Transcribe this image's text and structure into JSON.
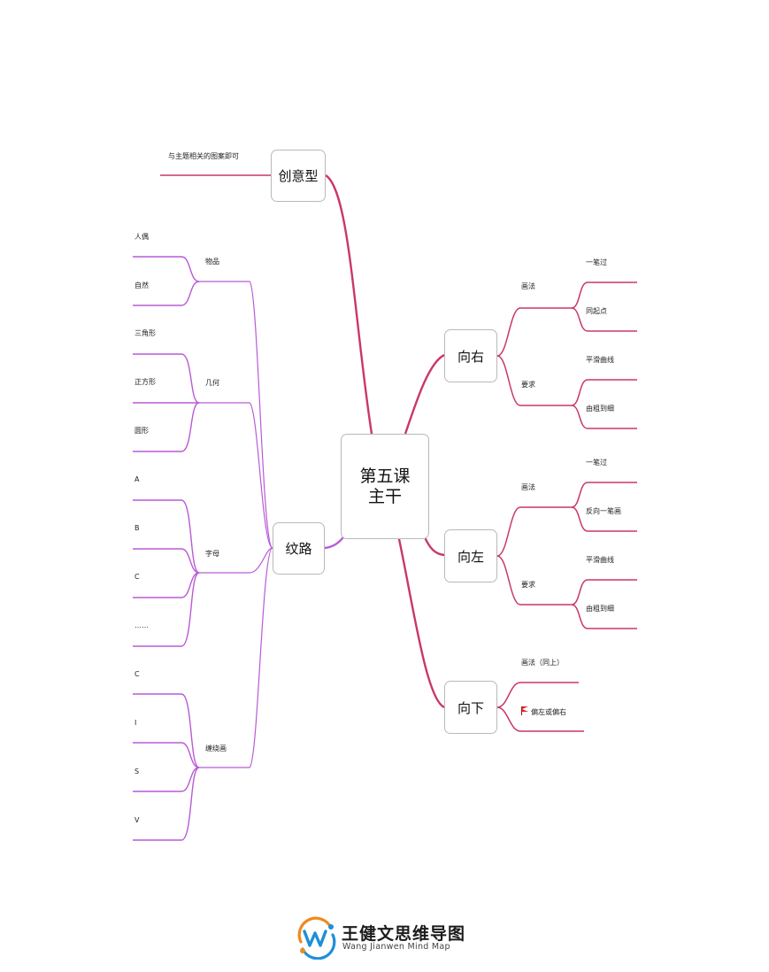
{
  "colors": {
    "main": "#c9376b",
    "purple": "#b95ad6",
    "node_border": "#b9b9b9"
  },
  "center": {
    "line1": "第五课",
    "line2": "主干"
  },
  "branches": {
    "chuangyi": {
      "label": "创意型",
      "note": "与主题相关的图案即可"
    },
    "wenlu": {
      "label": "纹路",
      "groups": [
        {
          "label": "物品",
          "items": [
            "人偶",
            "自然"
          ]
        },
        {
          "label": "几何",
          "items": [
            "三角形",
            "正方形",
            "圆形"
          ]
        },
        {
          "label": "字母",
          "items": [
            "A",
            "B",
            "C",
            "……"
          ]
        },
        {
          "label": "缠绕画",
          "items": [
            "C",
            "I",
            "S",
            "V"
          ]
        }
      ]
    },
    "xiangyou": {
      "label": "向右",
      "groups": [
        {
          "label": "画法",
          "items": [
            "一笔过",
            "同起点"
          ]
        },
        {
          "label": "要求",
          "items": [
            "平滑曲线",
            "由粗到细"
          ]
        }
      ]
    },
    "xiangzuo": {
      "label": "向左",
      "groups": [
        {
          "label": "画法",
          "items": [
            "一笔过",
            "反向一笔画"
          ]
        },
        {
          "label": "要求",
          "items": [
            "平滑曲线",
            "由粗到细"
          ]
        }
      ]
    },
    "xiangxia": {
      "label": "向下",
      "items": [
        "画法（同上）",
        "偏左或偏右"
      ],
      "flag_icon": "red-flag-icon"
    }
  },
  "logo": {
    "title": "王健文思维导图",
    "subtitle": "Wang Jianwen Mind Map"
  }
}
